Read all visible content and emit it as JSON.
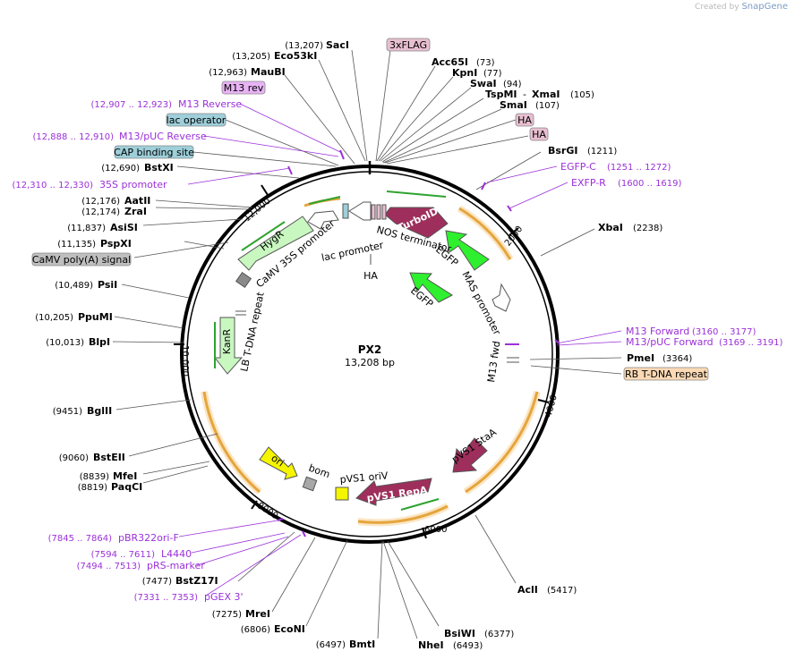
{
  "brand": {
    "prefix": "Created by",
    "name": "SnapGene"
  },
  "plasmid": {
    "name": "PX2",
    "length_label": "13,208 bp"
  },
  "ticks": [
    {
      "label": "2000"
    },
    {
      "label": "4000"
    },
    {
      "label": "6000"
    },
    {
      "label": "8000"
    },
    {
      "label": "10,000"
    },
    {
      "label": "12,000"
    }
  ],
  "enzymes_right": [
    {
      "name": "SacI",
      "pos": "(13,207)"
    },
    {
      "name": "Eco53kI",
      "pos": "(13,205)"
    },
    {
      "name": "MauBI",
      "pos": "(12,963)"
    },
    {
      "name": "Acc65I",
      "pos": "(73)"
    },
    {
      "name": "KpnI",
      "pos": "(77)"
    },
    {
      "name": "SwaI",
      "pos": "(94)"
    },
    {
      "name": "TspMI",
      "pos": ""
    },
    {
      "name": "XmaI",
      "pos": "(105)"
    },
    {
      "name": "SmaI",
      "pos": "(107)"
    },
    {
      "name": "BsrGI",
      "pos": "(1211)"
    },
    {
      "name": "XbaI",
      "pos": "(2238)"
    },
    {
      "name": "PmeI",
      "pos": "(3364)"
    },
    {
      "name": "AclI",
      "pos": "(5417)"
    },
    {
      "name": "BsiWI",
      "pos": "(6377)"
    },
    {
      "name": "NheI",
      "pos": "(6493)"
    },
    {
      "name": "BmtI",
      "pos": "(6497)"
    },
    {
      "name": "EcoNI",
      "pos": "(6806)"
    },
    {
      "name": "MreI",
      "pos": "(7275)"
    },
    {
      "name": "BstZ17I",
      "pos": "(7477)"
    },
    {
      "name": "PaqCI",
      "pos": "(8819)"
    },
    {
      "name": "MfeI",
      "pos": "(8839)"
    },
    {
      "name": "BstEII",
      "pos": "(9060)"
    },
    {
      "name": "BglII",
      "pos": "(9451)"
    },
    {
      "name": "BlpI",
      "pos": "(10,013)"
    },
    {
      "name": "PpuMI",
      "pos": "(10,205)"
    },
    {
      "name": "PsiI",
      "pos": "(10,489)"
    },
    {
      "name": "PspXI",
      "pos": "(11,135)"
    },
    {
      "name": "AsiSI",
      "pos": "(11,837)"
    },
    {
      "name": "ZraI",
      "pos": "(12,174)"
    },
    {
      "name": "AatII",
      "pos": "(12,176)"
    },
    {
      "name": "BstXI",
      "pos": "(12,690)"
    }
  ],
  "tspmi_sep": "-",
  "primers": [
    {
      "name": "M13 Reverse",
      "range": "(12,907 .. 12,923)"
    },
    {
      "name": "M13/pUC Reverse",
      "range": "(12,888 .. 12,910)"
    },
    {
      "name": "35S promoter",
      "range": "(12,310 .. 12,330)"
    },
    {
      "name": "EGFP-C",
      "range": "(1251 .. 1272)"
    },
    {
      "name": "EXFP-R",
      "range": "(1600 .. 1619)"
    },
    {
      "name": "M13 Forward",
      "range": "(3160 .. 3177)"
    },
    {
      "name": "M13/pUC Forward",
      "range": "(3169 .. 3191)"
    },
    {
      "name": "pBR322ori-F",
      "range": "(7845 .. 7864)"
    },
    {
      "name": "L4440",
      "range": "(7594 .. 7611)"
    },
    {
      "name": "pRS-marker",
      "range": "(7494 .. 7513)"
    },
    {
      "name": "pGEX 3'",
      "range": "(7331 .. 7353)"
    }
  ],
  "boxed_labels": [
    {
      "text": "3xFLAG",
      "fill": "#e8bfd0"
    },
    {
      "text": "M13 rev",
      "fill": "#e8b3f5"
    },
    {
      "text": "lac operator",
      "fill": "#9ecfda"
    },
    {
      "text": "CAP binding site",
      "fill": "#9ecfda"
    },
    {
      "text": "HA",
      "fill": "#e8bfd0"
    },
    {
      "text": "HA",
      "fill": "#e8bfd0"
    },
    {
      "text": "CaMV poly(A) signal",
      "fill": "#bfbfbf"
    },
    {
      "text": "RB T-DNA repeat",
      "fill": "#fbd9b5"
    }
  ],
  "features": [
    {
      "text": "TurboID",
      "fill": "#9e2f5c"
    },
    {
      "text": "EGFP",
      "fill": "#2ef02e"
    },
    {
      "text": "EGFP",
      "fill": "#2ef02e"
    },
    {
      "text": "HygR",
      "fill": "#c8f7c0"
    },
    {
      "text": "KanR",
      "fill": "#c8f7c0"
    },
    {
      "text": "ori",
      "fill": "#f5f500"
    },
    {
      "text": "pVS1 StaA",
      "fill": "#9e2f5c"
    },
    {
      "text": "pVS1 RepA",
      "fill": "#9e2f5c"
    }
  ],
  "inner_labels": [
    {
      "text": "NOS terminator"
    },
    {
      "text": "lac promoter"
    },
    {
      "text": "CaMV 35S promoter"
    },
    {
      "text": "HA"
    },
    {
      "text": "EGFP"
    },
    {
      "text": "EGFP"
    },
    {
      "text": "MAS promoter"
    },
    {
      "text": "M13 fwd"
    },
    {
      "text": "LB T-DNA repeat"
    },
    {
      "text": "bom"
    },
    {
      "text": "pVS1 oriV"
    }
  ],
  "colors": {
    "primer": "#9b30d9",
    "orf": "#f0b060",
    "backbone": "#000000"
  }
}
